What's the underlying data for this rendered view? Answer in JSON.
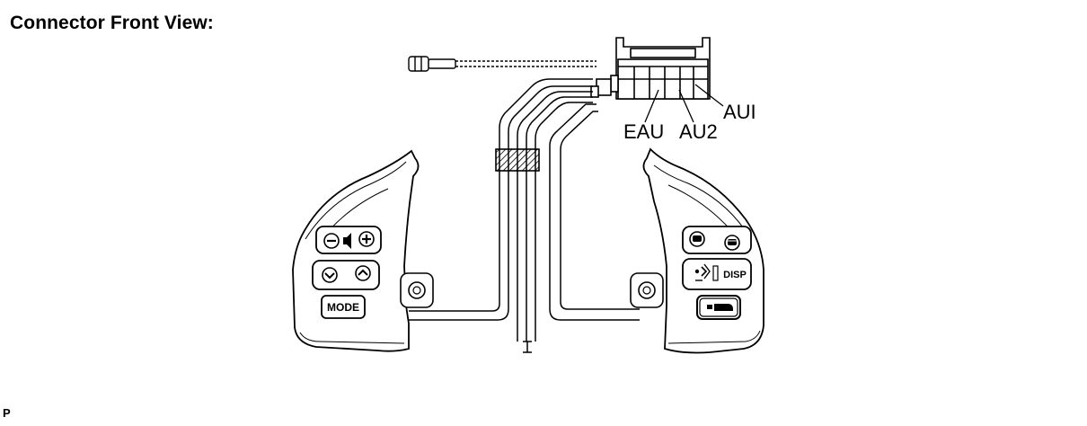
{
  "header": {
    "title": "Connector Front View:"
  },
  "connector": {
    "pins": [
      {
        "label": "EAU"
      },
      {
        "label": "AU2"
      },
      {
        "label": "AUI"
      }
    ]
  },
  "left_switch": {
    "buttons": {
      "volume_minus": "volume-minus-icon",
      "speaker": "speaker-icon",
      "volume_plus": "volume-plus-icon",
      "seek_down": "chevron-down-icon",
      "seek_up": "chevron-up-icon",
      "mode_label": "MODE"
    }
  },
  "right_switch": {
    "buttons": {
      "disp_label": "DISP"
    }
  },
  "footer": {
    "code": "P"
  }
}
